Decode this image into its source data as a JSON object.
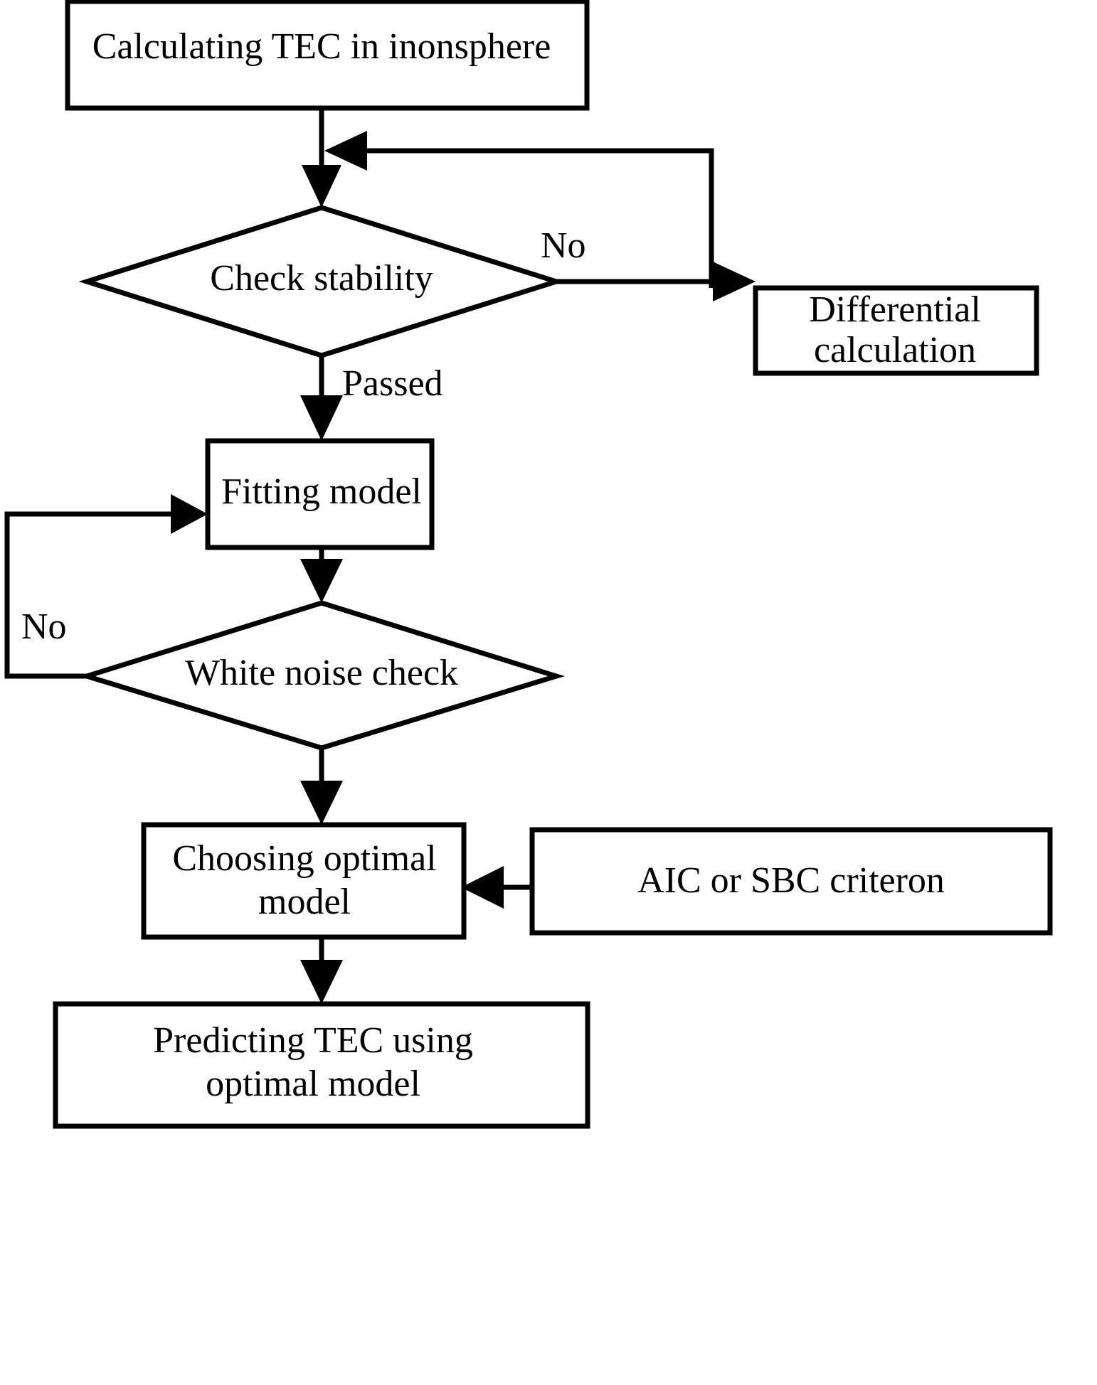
{
  "diagram": {
    "title": "TEC prediction workflow flowchart",
    "background_color": "#ffffff",
    "line_color": "#000000",
    "nodes": {
      "calculating_tec": {
        "label": "Calculating TEC in inonsphere",
        "shape": "rectangle"
      },
      "check_stability": {
        "label": "Check stability",
        "shape": "diamond"
      },
      "differential_calculation_line1": {
        "label": "Differential",
        "shape": "rectangle"
      },
      "differential_calculation_line2": {
        "label": "calculation",
        "shape": "rectangle"
      },
      "fitting_model": {
        "label": "Fitting model",
        "shape": "rectangle"
      },
      "white_noise_check": {
        "label": "White noise check",
        "shape": "diamond"
      },
      "choosing_optimal_model_line1": {
        "label": "Choosing optimal",
        "shape": "rectangle"
      },
      "choosing_optimal_model_line2": {
        "label": "model",
        "shape": "rectangle"
      },
      "aic_or_sbc_criteron": {
        "label": "AIC or SBC criteron",
        "shape": "rectangle"
      },
      "predicting_tec_line1": {
        "label": "Predicting TEC using",
        "shape": "rectangle"
      },
      "predicting_tec_line2": {
        "label": "optimal model",
        "shape": "rectangle"
      }
    },
    "edge_labels": {
      "stability_no": "No",
      "stability_passed": "Passed",
      "white_noise_no": "No"
    }
  }
}
